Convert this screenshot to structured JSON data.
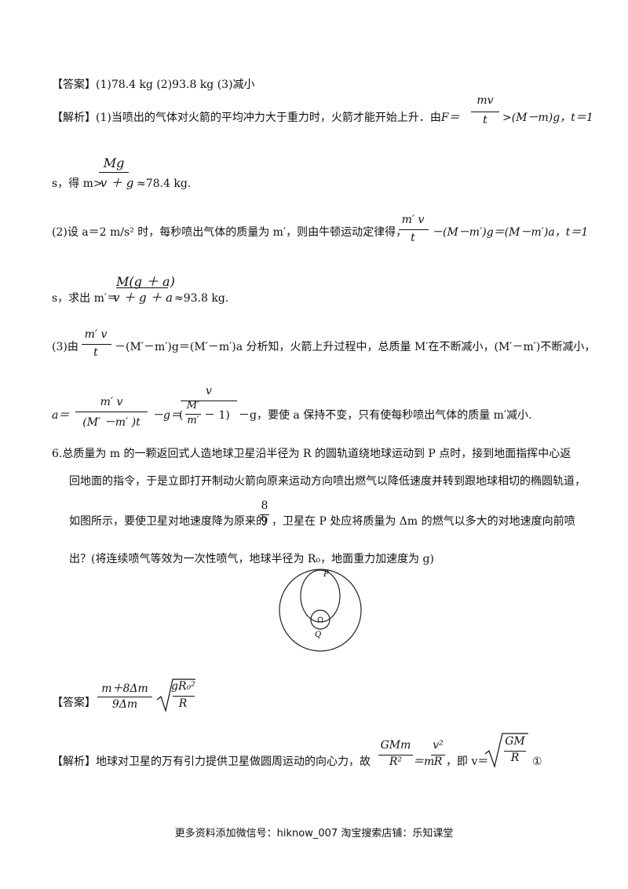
{
  "answer1": {
    "label": "【答案】",
    "text": "(1)78.4  kg    (2)93.8 kg    (3)减小"
  },
  "analysis1": {
    "label": "【解析】",
    "p1_text": "(1)当喷出的气体对火箭的平均冲力大于重力时，火箭才能开始上升．由",
    "p1_F": "F＝",
    "p1_num": "mv",
    "p1_den": "t",
    "p1_rest": ">(M－m)g，t＝1",
    "p2_s": "s，得 m>",
    "p2_num": "Mg",
    "p2_den": "v ＋ g",
    "p2_rest": "≈78.4 kg.",
    "p3_text": "(2)设 a＝2 m/s² 时，每秒喷出气体的质量为 m′，则由牛顿运动定律得，",
    "p3_num": "m′  v",
    "p3_den": "t",
    "p3_rest": "－(M－m′)g＝(M－m′)a，t＝1",
    "p4_s": "s，求出 m′＝",
    "p4_num": "M(g ＋ a)",
    "p4_den": "v ＋ g ＋ a",
    "p4_rest": "≈93.8 kg.",
    "p5_pre": "(3)由",
    "p5_num": "m′  v",
    "p5_den": "t",
    "p5_rest": "－(M′－m′)g＝(M′－m′)a 分析知，火箭上升过程中，总质量 M′在不断减小，(M′－m′)不断减小，",
    "p6_a": "a＝",
    "p6_num1": "m′  v",
    "p6_den1": "(M′  －m′ )t",
    "p6_mid": "－g＝",
    "p6_num2": "v",
    "p6_den2a": "M′",
    "p6_den2b": "m′",
    "p6_den2c": "－ 1)",
    "p6_den2o": "(",
    "p6_rest": "－g，要使 a 保持不变，只有使每秒喷出气体的质量 m′减小."
  },
  "question6": {
    "line1": "6.总质量为 m 的一颗返回式人造地球卫星沿半径为 R 的圆轨道绕地球运动到 P 点时，接到地面指挥中心返",
    "line2": "回地面的指令，于是立即打开制动火箭向原来运动方向喷出燃气以降低速度并转到跟地球相切的椭圆轨道，",
    "line3_pre": "如图所示，要使卫星对地速度降为原来的",
    "line3_num": "8",
    "line3_den": "9",
    "line3_rest": "，卫星在 P 处应将质量为 Δm 的燃气以多大的对地速度向前喷",
    "line4": "出？(将连续喷气等效为一次性喷气，地球半径为 R₀，地面重力加速度为 g)",
    "figure_label_P": "P",
    "figure_label_Q": "Q"
  },
  "answer6": {
    "label": "【答案】",
    "num": "m＋8Δm",
    "den": "9Δm",
    "sqrt_num": "gR₀²",
    "sqrt_den": "R"
  },
  "analysis6": {
    "label": "【解析】",
    "text": "地球对卫星的万有引力提供卫星做圆周运动的向心力，故",
    "f1_num": "GMm",
    "f1_den": "R²",
    "eq": "＝m",
    "f2_num": "v²",
    "f2_den": "R",
    "mid": "，即 v＝",
    "sqrt_num": "GM",
    "sqrt_den": "R",
    "circled": "①"
  },
  "footer": {
    "text": "更多资料添加微信号：hiknow_007  淘宝搜索店铺：乐知课堂"
  }
}
